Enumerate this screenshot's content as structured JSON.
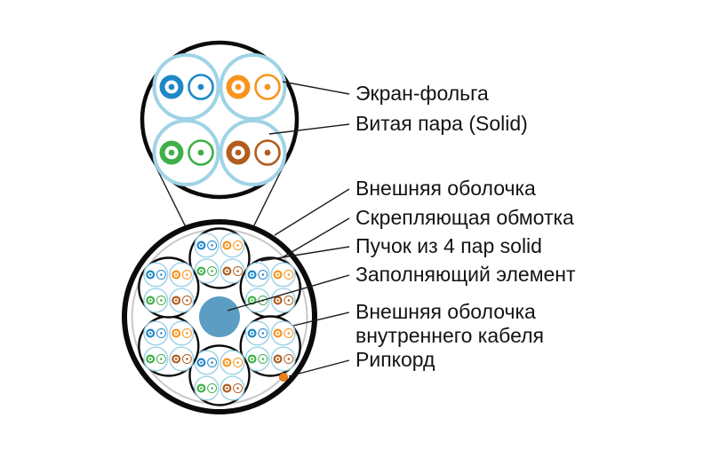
{
  "diagram": {
    "title_hidden": "",
    "labels": {
      "foil_shield": "Экран-фольга",
      "twisted_pair_solid": "Витая пара (Solid)",
      "outer_jacket": "Внешняя оболочка",
      "binding_wrap": "Скрепляющая обмотка",
      "bundle_4_pairs": "Пучок из 4 пар solid",
      "filler_element": "Заполняющий элемент",
      "inner_cable_jacket_line1": "Внешняя оболочка",
      "inner_cable_jacket_line2": "внутреннего кабеля",
      "ripcord": "Рипкорд"
    },
    "colors": {
      "pair_blue": "#1e88c7",
      "pair_orange": "#f7941d",
      "pair_green": "#3faf49",
      "pair_brown": "#b25c1e",
      "foil": "#9fd3e6",
      "filler": "#5b9dc3",
      "ripcord": "#f08019",
      "wrap": "#c8c8c8",
      "jacket": "#0b0b0b"
    }
  }
}
